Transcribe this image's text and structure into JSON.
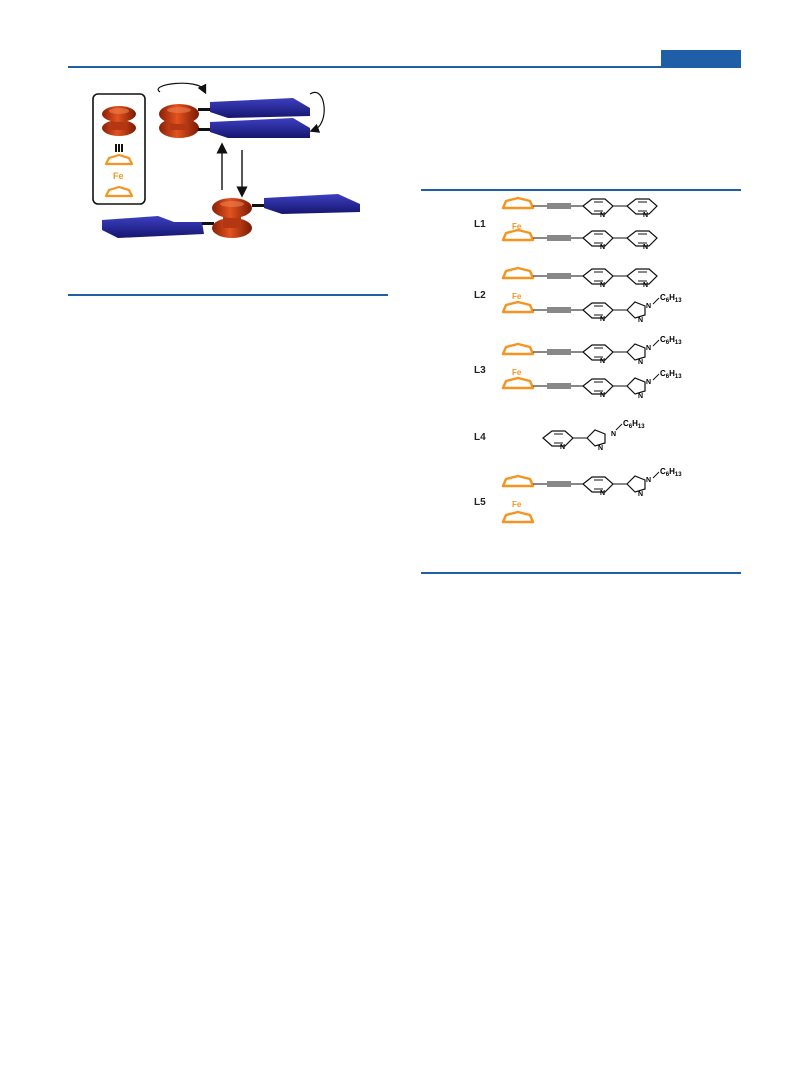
{
  "header": {
    "tab_color": "#1f5fa8"
  },
  "scheme": {
    "legend": {
      "metal": "Fe",
      "separator": "|||"
    },
    "colors": {
      "ferrocene": "#d0401a",
      "ligand_body": "#23249a",
      "cp_ring": "#f7931e"
    }
  },
  "ligand_table": {
    "rows": [
      {
        "label": "L1",
        "metal": "Fe"
      },
      {
        "label": "L2",
        "metal": "Fe"
      },
      {
        "label": "L3",
        "metal": "Fe"
      },
      {
        "label": "L4"
      },
      {
        "label": "L5",
        "metal": "Fe"
      }
    ],
    "substituent": {
      "main": "C",
      "sub1": "6",
      "mid": "H",
      "sub2": "13"
    },
    "atoms": {
      "nitrogen": "N"
    }
  }
}
